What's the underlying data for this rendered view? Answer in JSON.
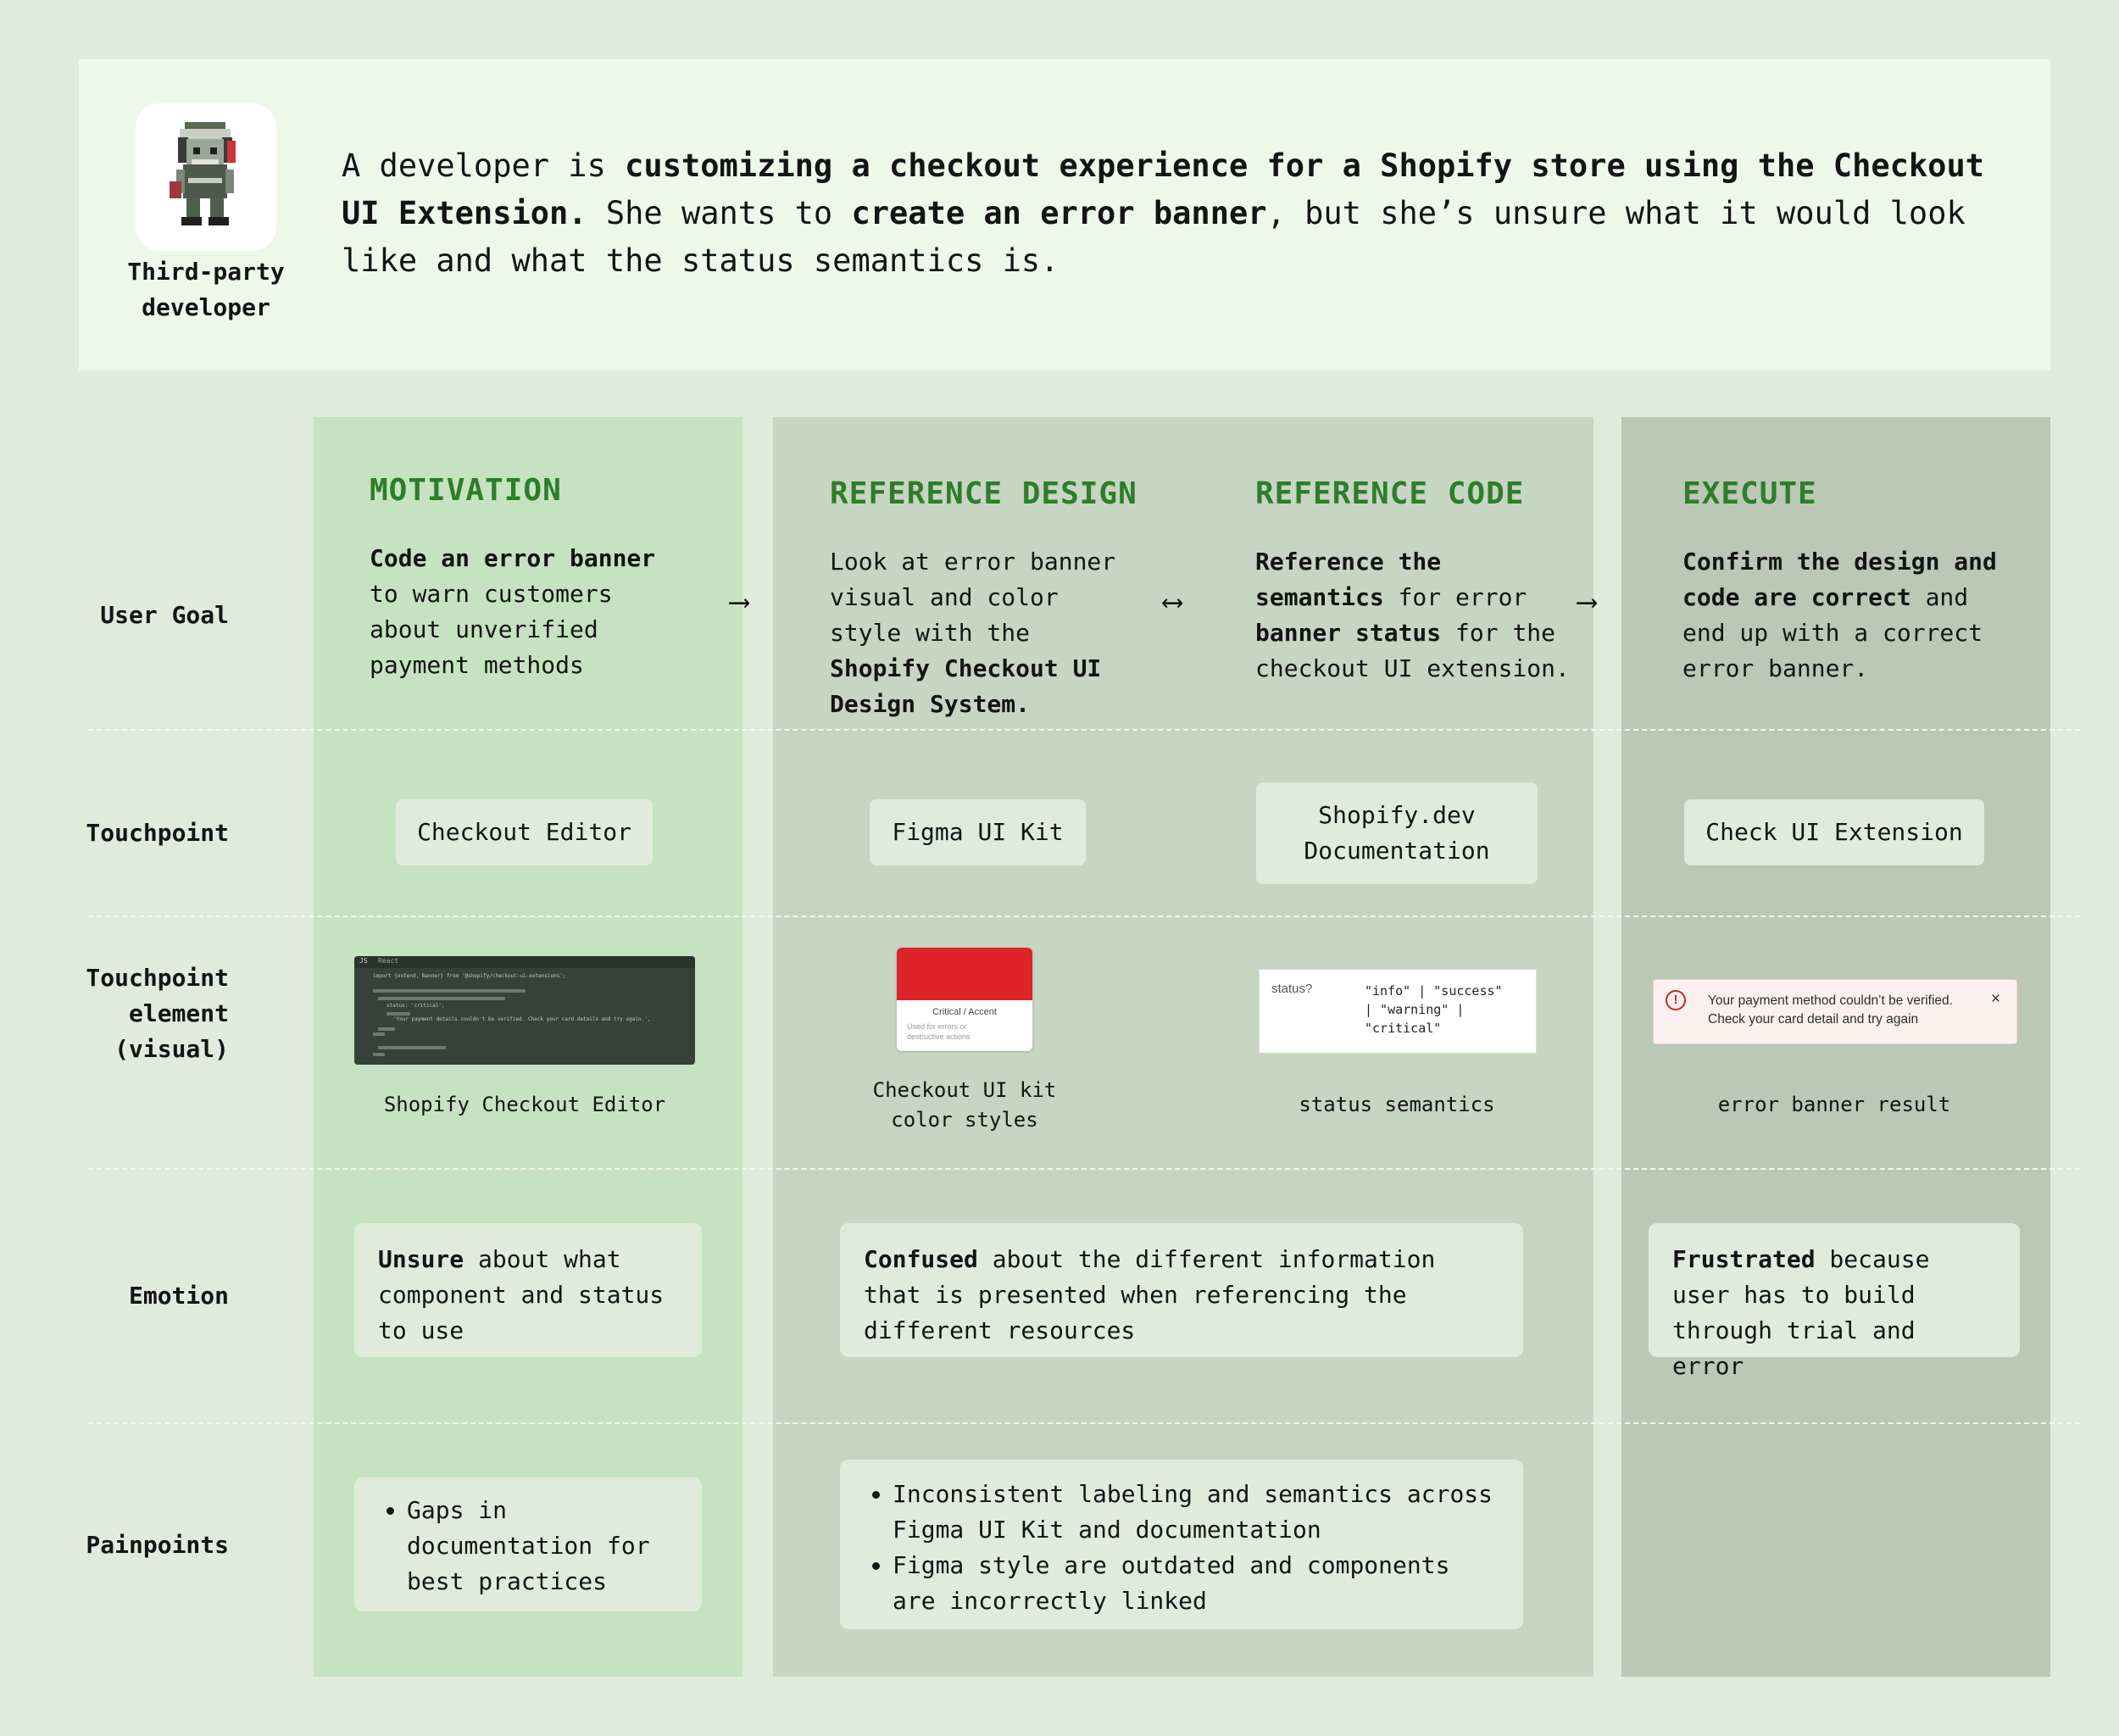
{
  "persona": {
    "label": "Third-party developer",
    "scenario": {
      "p1": "A developer is ",
      "b1": "customizing a checkout experience for a Shopify store using the Checkout UI Extension.",
      "p2": " She wants to ",
      "b2": "create an error banner",
      "p3": ", but she’s unsure what it would look like and what the status semantics is."
    }
  },
  "rows": {
    "user_goal": "User Goal",
    "touchpoint": "Touchpoint",
    "touchpoint_element_1": "Touchpoint",
    "touchpoint_element_2": "element",
    "touchpoint_element_3": "(visual)",
    "emotion": "Emotion",
    "painpoints": "Painpoints"
  },
  "colors": {
    "page_bg": "#e1ebdc",
    "persona_bg": "#eef8e9",
    "motivation_col": "#c6e3c1",
    "reference_col": "#c6d6c2",
    "execute_col": "#bbc8b5",
    "title_green": "#2e7d2a",
    "critical_red": "#df2428"
  },
  "stages": {
    "motivation": {
      "title": "MOTIVATION",
      "goal_bold": "Code an error banner",
      "goal_rest": " to warn customers about unverified payment methods",
      "touchpoint": "Checkout Editor",
      "visual_caption": "Shopify Checkout Editor",
      "emotion_bold": "Unsure",
      "emotion_rest": " about what component and status to use",
      "painpoints": [
        "Gaps in documentation for best practices"
      ]
    },
    "reference_design": {
      "title": "REFERENCE DESIGN",
      "goal_rest": "Look at error banner visual and color style with the ",
      "goal_bold": "Shopify Checkout UI Design System.",
      "touchpoint": "Figma UI Kit",
      "visual_caption": "Checkout UI kit color styles",
      "kit_title": "Critical / Accent",
      "kit_desc": "Used for errors or destructive actions"
    },
    "reference_code": {
      "title": "REFERENCE CODE",
      "goal_bold1": "Reference the semantics",
      "goal_mid": " for error ",
      "goal_bold2": "banner status",
      "goal_rest": " for the checkout UI extension.",
      "touchpoint_line1": "Shopify.dev",
      "touchpoint_line2": "Documentation",
      "visual_caption": "status semantics",
      "status_key": "status?",
      "status_values": [
        "\"info\" | \"success\"",
        "| \"warning\" |",
        "\"critical\""
      ]
    },
    "reference_shared": {
      "emotion_bold": "Confused",
      "emotion_rest": " about the different information that is presented when referencing the different resources",
      "painpoints": [
        "Inconsistent labeling and semantics across Figma UI Kit and documentation",
        "Figma style are outdated and components are incorrectly linked"
      ]
    },
    "execute": {
      "title": "EXECUTE",
      "goal_bold": "Confirm the design and code are correct",
      "goal_rest": " and end up with a correct error banner.",
      "touchpoint": "Check UI Extension",
      "visual_caption": "error banner result",
      "banner_line1": "Your payment method couldn’t be verified.",
      "banner_line2": "Check your card detail and try again",
      "banner_close": "×",
      "banner_icon": "!",
      "emotion_bold": "Frustrated",
      "emotion_rest": " because user has to build through trial and error"
    }
  },
  "arrows": {
    "right": "⟶",
    "both": "⟷"
  },
  "code_editor": {
    "tab_js": "JS",
    "tab_react": "React",
    "import_line": "import {extend, Banner} from '@shopify/checkout-ui-extensions';",
    "status_line": "status: 'critical',",
    "title_line": "'Your payment details couldn't be verified. Check your card details and try again.',"
  }
}
